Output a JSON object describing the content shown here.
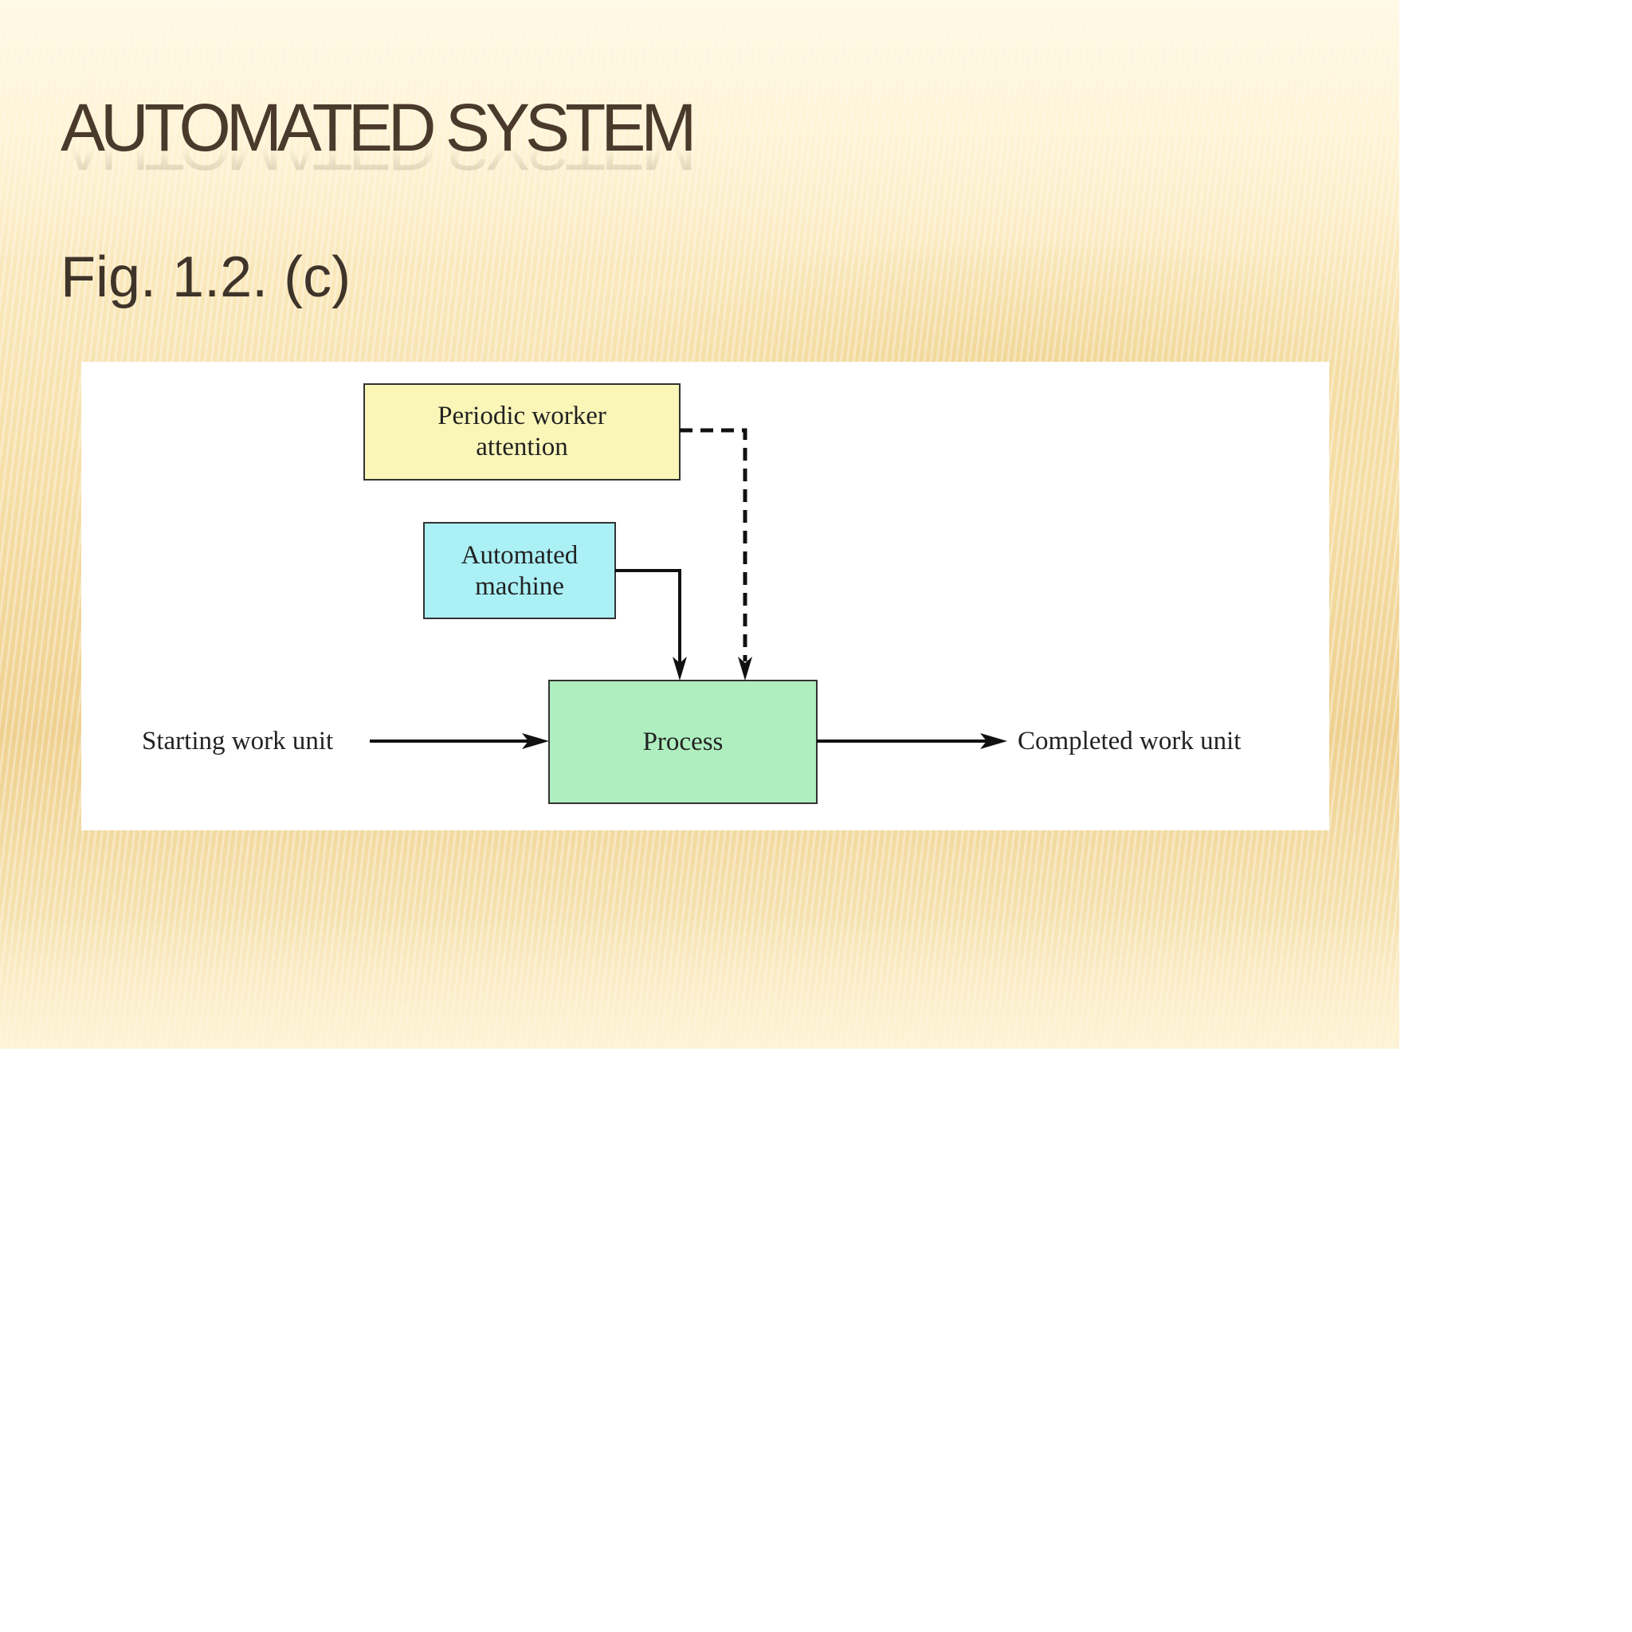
{
  "slide": {
    "title": "AUTOMATED SYSTEM",
    "subtitle": "Fig. 1.2. (c)"
  },
  "diagram": {
    "nodes": {
      "worker": {
        "line1": "Periodic worker",
        "line2": "attention",
        "fill": "#f9f6b8"
      },
      "machine": {
        "line1": "Automated",
        "line2": "machine",
        "fill": "#aaf0f5"
      },
      "process": {
        "label": "Process",
        "fill": "#aeeebf"
      }
    },
    "labels": {
      "input": "Starting work unit",
      "output": "Completed work unit"
    },
    "edges": [
      {
        "from": "worker",
        "to": "process",
        "style": "dashed"
      },
      {
        "from": "machine",
        "to": "process",
        "style": "solid"
      },
      {
        "from": "input",
        "to": "process",
        "style": "solid"
      },
      {
        "from": "process",
        "to": "output",
        "style": "solid"
      }
    ]
  }
}
